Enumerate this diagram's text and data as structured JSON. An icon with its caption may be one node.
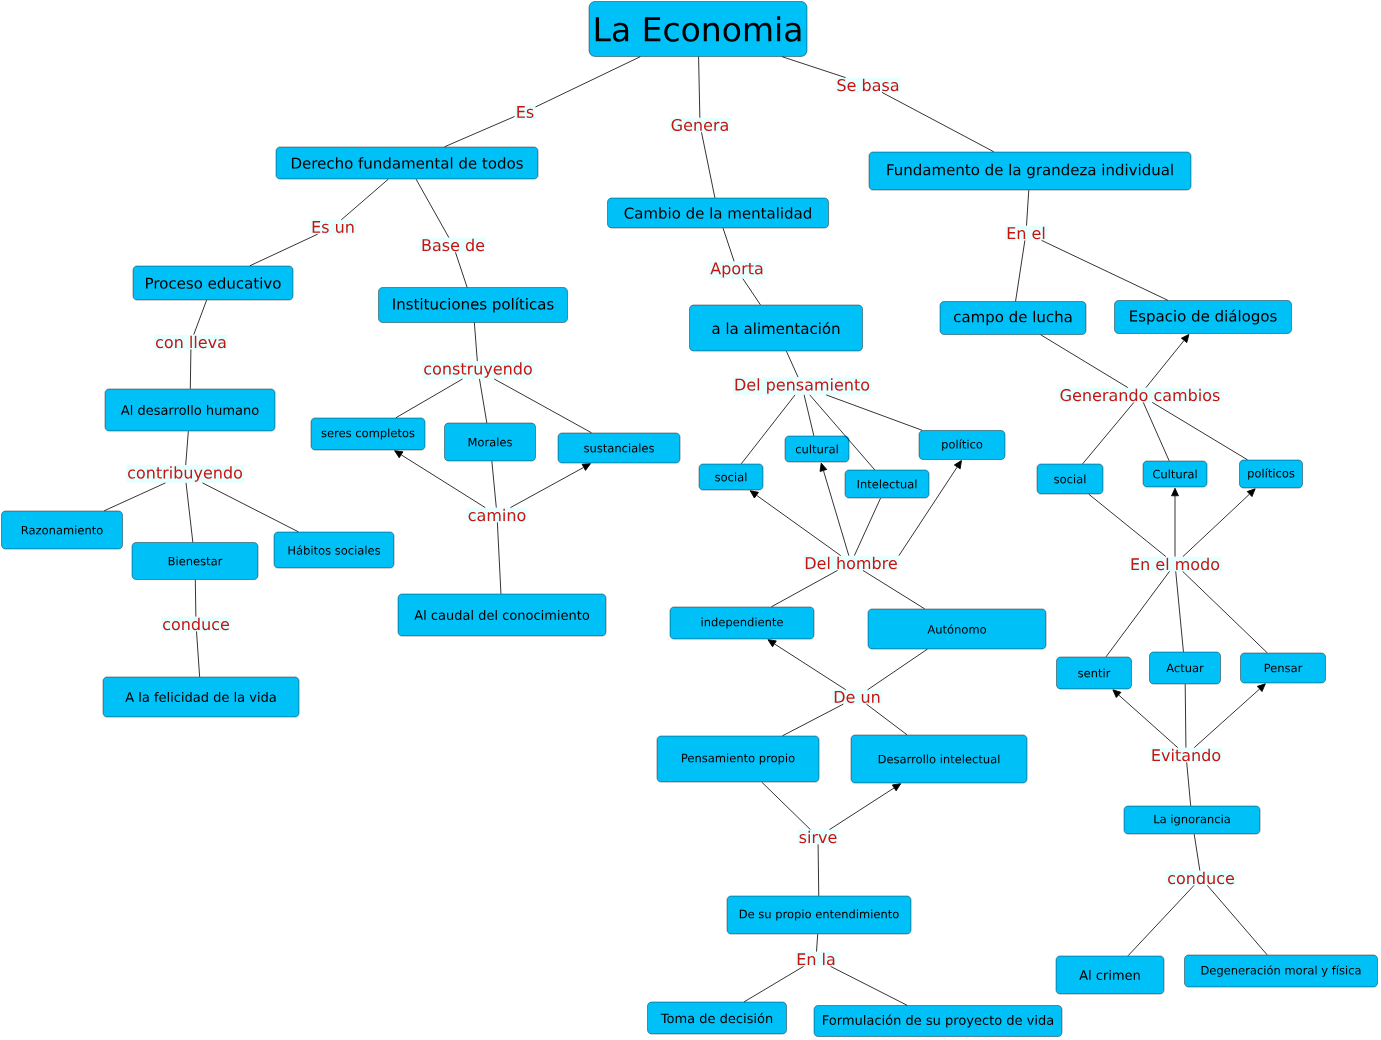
{
  "diagram": {
    "nodes": [
      {
        "text": [
          "La Economia"
        ]
      },
      {
        "text": [
          "Es"
        ]
      },
      {
        "text": [
          "Genera"
        ]
      },
      {
        "text": [
          "Se basa"
        ]
      },
      {
        "text": [
          "Derecho fundamental de todos"
        ]
      },
      {
        "text": [
          "Cambio de la mentalidad"
        ]
      },
      {
        "text": [
          "Fundamento de la grandeza individual"
        ]
      },
      {
        "text": [
          "Es un"
        ]
      },
      {
        "text": [
          "Base de"
        ]
      },
      {
        "text": [
          "Aporta"
        ]
      },
      {
        "text": [
          "En el"
        ]
      },
      {
        "text": [
          "Proceso educativo"
        ]
      },
      {
        "text": [
          "Instituciones políticas"
        ]
      },
      {
        "text": [
          "a la alimentación"
        ]
      },
      {
        "text": [
          "campo de lucha"
        ]
      },
      {
        "text": [
          "Espacio de diálogos"
        ]
      },
      {
        "text": [
          "con lleva"
        ]
      },
      {
        "text": [
          "construyendo"
        ]
      },
      {
        "text": [
          "Del pensamiento"
        ]
      },
      {
        "text": [
          "Generando cambios"
        ]
      },
      {
        "text": [
          "Al desarrollo humano"
        ]
      },
      {
        "text": [
          "seres completos"
        ]
      },
      {
        "text": [
          "Morales"
        ]
      },
      {
        "text": [
          "sustanciales"
        ]
      },
      {
        "text": [
          "social"
        ]
      },
      {
        "text": [
          "cultural"
        ]
      },
      {
        "text": [
          "político"
        ]
      },
      {
        "text": [
          "Intelectual"
        ]
      },
      {
        "text": [
          "social"
        ]
      },
      {
        "text": [
          "Cultural"
        ]
      },
      {
        "text": [
          "políticos"
        ]
      },
      {
        "text": [
          "contribuyendo"
        ]
      },
      {
        "text": [
          "camino"
        ]
      },
      {
        "text": [
          "Razonamiento"
        ]
      },
      {
        "text": [
          "Hábitos sociales"
        ]
      },
      {
        "text": [
          "Bienestar"
        ]
      },
      {
        "text": [
          "Del hombre"
        ]
      },
      {
        "text": [
          "En el modo"
        ]
      },
      {
        "text": [
          "Al caudal del conocimiento"
        ]
      },
      {
        "text": [
          "independiente"
        ]
      },
      {
        "text": [
          "Autónomo"
        ]
      },
      {
        "text": [
          "conduce"
        ]
      },
      {
        "text": [
          "A la felicidad de la vida"
        ]
      },
      {
        "text": [
          "sentir"
        ]
      },
      {
        "text": [
          "Actuar"
        ]
      },
      {
        "text": [
          "Pensar"
        ]
      },
      {
        "text": [
          "De un"
        ]
      },
      {
        "text": [
          "Pensamiento propio"
        ]
      },
      {
        "text": [
          "Desarrollo intelectual"
        ]
      },
      {
        "text": [
          "Evitando"
        ]
      },
      {
        "text": [
          "La ignorancia"
        ]
      },
      {
        "text": [
          "sirve"
        ]
      },
      {
        "text": [
          "conduce"
        ]
      },
      {
        "text": [
          "De su propio entendimiento"
        ]
      },
      {
        "text": [
          "En la"
        ]
      },
      {
        "text": [
          "Al crimen"
        ]
      },
      {
        "text": [
          "Degeneración moral y física"
        ]
      },
      {
        "text": [
          "Toma de decisión"
        ]
      },
      {
        "text": [
          "Formulación de su proyecto de vida"
        ]
      }
    ],
    "edges": [
      {
        "from": 0,
        "to": 1,
        "arrow": "none"
      },
      {
        "from": 1,
        "to": 4,
        "arrow": "none"
      },
      {
        "from": 0,
        "to": 2,
        "arrow": "none"
      },
      {
        "from": 2,
        "to": 5,
        "arrow": "none"
      },
      {
        "from": 0,
        "to": 3,
        "arrow": "none"
      },
      {
        "from": 3,
        "to": 6,
        "arrow": "none"
      },
      {
        "from": 4,
        "to": 7,
        "arrow": "none"
      },
      {
        "from": 7,
        "to": 11,
        "arrow": "none"
      },
      {
        "from": 4,
        "to": 8,
        "arrow": "none"
      },
      {
        "from": 8,
        "to": 12,
        "arrow": "none"
      },
      {
        "from": 5,
        "to": 9,
        "arrow": "none"
      },
      {
        "from": 9,
        "to": 13,
        "arrow": "none"
      },
      {
        "from": 6,
        "to": 10,
        "arrow": "none"
      },
      {
        "from": 10,
        "to": 14,
        "arrow": "none"
      },
      {
        "from": 10,
        "to": 15,
        "arrow": "none"
      },
      {
        "from": 11,
        "to": 16,
        "arrow": "none"
      },
      {
        "from": 16,
        "to": 20,
        "arrow": "none"
      },
      {
        "from": 12,
        "to": 17,
        "arrow": "none"
      },
      {
        "from": 17,
        "to": 21,
        "arrow": "none"
      },
      {
        "from": 17,
        "to": 22,
        "arrow": "none"
      },
      {
        "from": 17,
        "to": 23,
        "arrow": "none"
      },
      {
        "from": 13,
        "to": 18,
        "arrow": "none"
      },
      {
        "from": 18,
        "to": 24,
        "arrow": "none"
      },
      {
        "from": 18,
        "to": 25,
        "arrow": "none"
      },
      {
        "from": 18,
        "to": 27,
        "arrow": "none"
      },
      {
        "from": 18,
        "to": 26,
        "arrow": "none"
      },
      {
        "from": 14,
        "to": 19,
        "arrow": "none"
      },
      {
        "from": 19,
        "to": 15,
        "arrow": "to"
      },
      {
        "from": 19,
        "to": 28,
        "arrow": "none"
      },
      {
        "from": 19,
        "to": 29,
        "arrow": "none"
      },
      {
        "from": 19,
        "to": 30,
        "arrow": "none"
      },
      {
        "from": 20,
        "to": 31,
        "arrow": "none"
      },
      {
        "from": 31,
        "to": 33,
        "arrow": "none"
      },
      {
        "from": 31,
        "to": 35,
        "arrow": "none"
      },
      {
        "from": 31,
        "to": 34,
        "arrow": "none"
      },
      {
        "from": 22,
        "to": 32,
        "arrow": "none"
      },
      {
        "from": 32,
        "to": 21,
        "arrow": "to"
      },
      {
        "from": 32,
        "to": 23,
        "arrow": "to"
      },
      {
        "from": 32,
        "to": 38,
        "arrow": "none"
      },
      {
        "from": 27,
        "to": 36,
        "arrow": "none"
      },
      {
        "from": 36,
        "to": 24,
        "arrow": "to"
      },
      {
        "from": 36,
        "to": 25,
        "arrow": "to"
      },
      {
        "from": 36,
        "to": 26,
        "arrow": "to"
      },
      {
        "from": 36,
        "to": 39,
        "arrow": "none"
      },
      {
        "from": 36,
        "to": 40,
        "arrow": "none"
      },
      {
        "from": 28,
        "to": 37,
        "arrow": "none"
      },
      {
        "from": 37,
        "to": 29,
        "arrow": "to"
      },
      {
        "from": 37,
        "to": 30,
        "arrow": "to"
      },
      {
        "from": 37,
        "to": 43,
        "arrow": "none"
      },
      {
        "from": 37,
        "to": 44,
        "arrow": "none"
      },
      {
        "from": 37,
        "to": 45,
        "arrow": "none"
      },
      {
        "from": 35,
        "to": 41,
        "arrow": "none"
      },
      {
        "from": 41,
        "to": 42,
        "arrow": "none"
      },
      {
        "from": 40,
        "to": 46,
        "arrow": "none"
      },
      {
        "from": 46,
        "to": 39,
        "arrow": "to"
      },
      {
        "from": 46,
        "to": 47,
        "arrow": "none"
      },
      {
        "from": 46,
        "to": 48,
        "arrow": "none"
      },
      {
        "from": 44,
        "to": 49,
        "arrow": "none"
      },
      {
        "from": 49,
        "to": 43,
        "arrow": "to"
      },
      {
        "from": 49,
        "to": 45,
        "arrow": "to"
      },
      {
        "from": 49,
        "to": 50,
        "arrow": "none"
      },
      {
        "from": 47,
        "to": 51,
        "arrow": "none"
      },
      {
        "from": 51,
        "to": 48,
        "arrow": "to"
      },
      {
        "from": 51,
        "to": 53,
        "arrow": "none"
      },
      {
        "from": 50,
        "to": 52,
        "arrow": "none"
      },
      {
        "from": 52,
        "to": 55,
        "arrow": "none"
      },
      {
        "from": 52,
        "to": 56,
        "arrow": "none"
      },
      {
        "from": 53,
        "to": 54,
        "arrow": "none"
      },
      {
        "from": 54,
        "to": 57,
        "arrow": "none"
      },
      {
        "from": 54,
        "to": 58,
        "arrow": "none"
      }
    ]
  }
}
